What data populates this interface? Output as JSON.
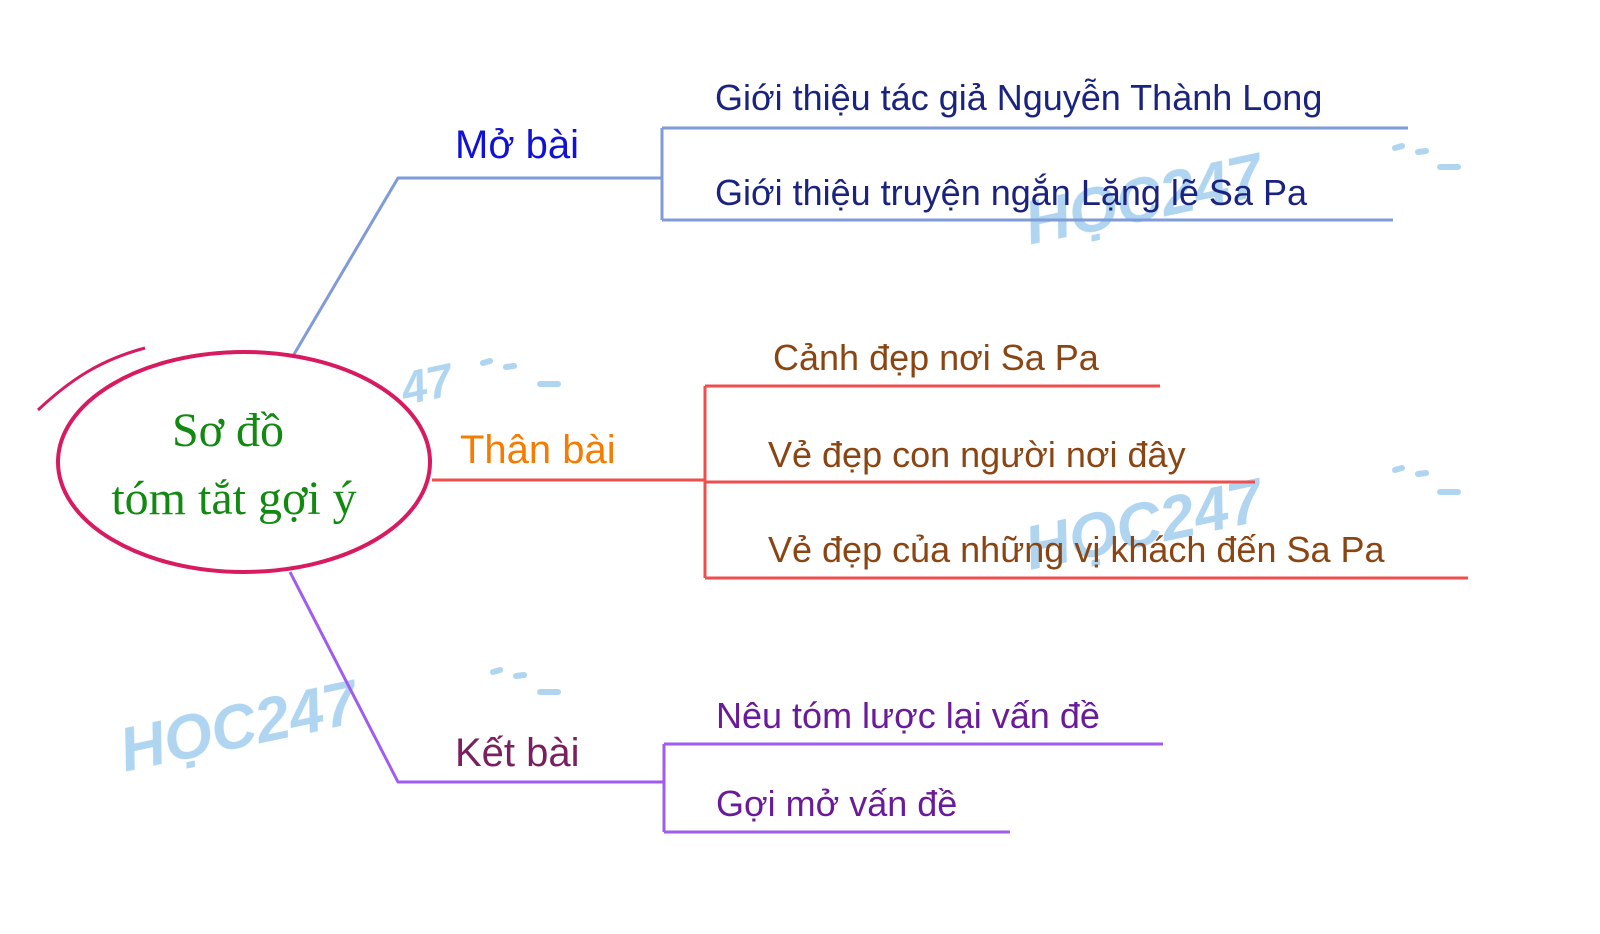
{
  "center": {
    "line1": "Sơ đồ",
    "line2": "tóm tắt gợi ý",
    "text_color": "#128a12",
    "ellipse_color": "#d81b60"
  },
  "branches": [
    {
      "label": "Mở bài",
      "label_color": "#1010d6",
      "line_color": "#7f9bd8",
      "items": [
        {
          "text": "Giới thiệu tác giả Nguyễn Thành Long",
          "color": "#1a237e"
        },
        {
          "text": "Giới thiệu truyện ngắn Lặng lẽ Sa Pa",
          "color": "#1a237e"
        }
      ]
    },
    {
      "label": "Thân bài",
      "label_color": "#f57c00",
      "line_color": "#ef4e4e",
      "items": [
        {
          "text": "Cảnh đẹp nơi Sa Pa",
          "color": "#8b4513"
        },
        {
          "text": "Vẻ đẹp con người nơi đây",
          "color": "#8b4513"
        },
        {
          "text": "Vẻ đẹp của những vị khách đến Sa Pa",
          "color": "#8b4513"
        }
      ]
    },
    {
      "label": "Kết bài",
      "label_color": "#7b1f5e",
      "line_color": "#a05cf0",
      "items": [
        {
          "text": "Nêu tóm lược lại vấn đề",
          "color": "#6a1b9a"
        },
        {
          "text": "Gợi mở vấn đề",
          "color": "#6a1b9a"
        }
      ]
    }
  ],
  "watermark": {
    "text": "HỌC247",
    "color": "#6fb3e6"
  }
}
